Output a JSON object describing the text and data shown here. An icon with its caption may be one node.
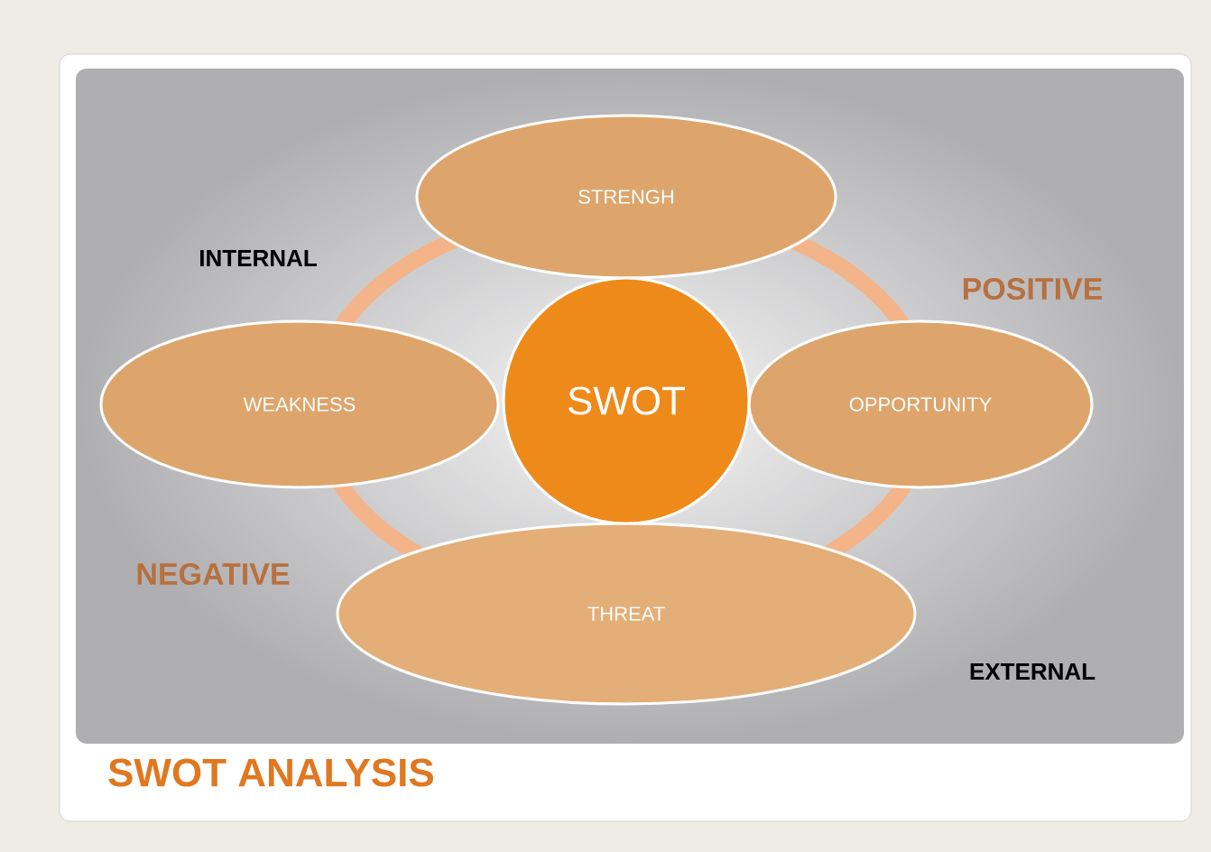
{
  "diagram": {
    "title": "SWOT ANALYSIS",
    "nodes": [
      {
        "text": [
          "STRENGH"
        ]
      },
      {
        "text": [
          "WEAKNESS"
        ]
      },
      {
        "text": [
          "SWOT"
        ]
      },
      {
        "text": [
          "OPPORTUNITY"
        ]
      },
      {
        "text": [
          "THREAT"
        ]
      }
    ],
    "labels": [
      "INTERNAL",
      "POSITIVE",
      "NEGATIVE",
      "EXTERNAL"
    ]
  }
}
